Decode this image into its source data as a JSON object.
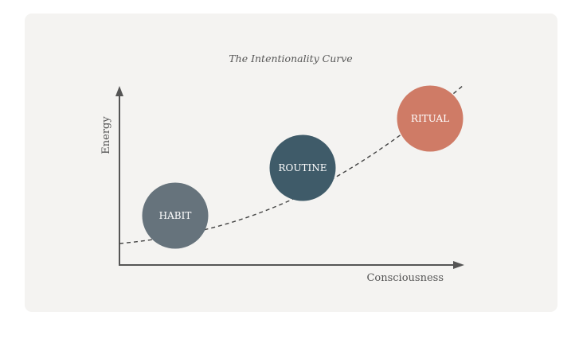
{
  "title": "The Intentionality Curve",
  "y_axis_label": "Energy",
  "x_axis_label": "Consciousness",
  "stages": [
    {
      "label": "HABIT",
      "color": "#66737c"
    },
    {
      "label": "ROUTINE",
      "color": "#3f5b69"
    },
    {
      "label": "RITUAL",
      "color": "#cf7b66"
    }
  ],
  "colors": {
    "axis": "#555555",
    "background": "#f4f3f1",
    "text": "#444444"
  }
}
